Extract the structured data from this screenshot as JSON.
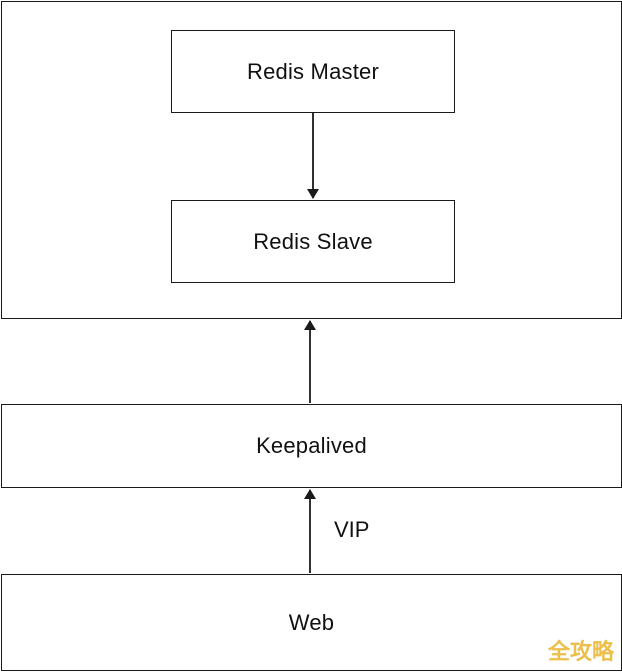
{
  "diagram": {
    "nodes": {
      "redis_master": "Redis Master",
      "redis_slave": "Redis Slave",
      "keepalived": "Keepalived",
      "web": "Web"
    },
    "edges": [
      {
        "from": "Redis Master",
        "to": "Redis Slave",
        "label": ""
      },
      {
        "from": "Keepalived",
        "to": "Redis cluster",
        "label": ""
      },
      {
        "from": "Web",
        "to": "Keepalived",
        "label": "VIP"
      }
    ],
    "edge_labels": {
      "vip": "VIP"
    }
  },
  "watermark": "全攻略",
  "colors": {
    "stroke": "#1a1a1a",
    "watermark": "#e8b52a"
  }
}
